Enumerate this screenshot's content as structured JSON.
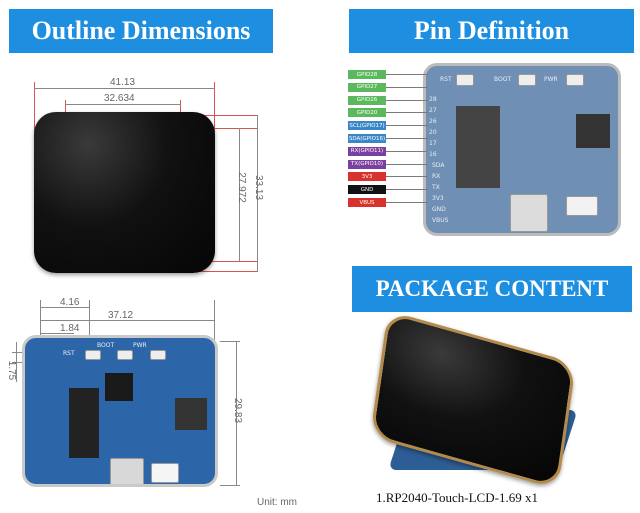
{
  "banners": {
    "outline": "Outline Dimensions",
    "pin": "Pin Definition",
    "package": "PACKAGE CONTENT"
  },
  "dimensions": {
    "width_outer": "41.13",
    "width_inner": "32.634",
    "height_inner": "27.972",
    "height_outer": "33.13",
    "offset_a": "4.16",
    "board_width": "37.12",
    "offset_b": "1.84",
    "offset_c": "1.75",
    "board_height": "29.83"
  },
  "unit_label": "Unit: mm",
  "pins": [
    {
      "label": "GPIO28",
      "color": "#5cb85c"
    },
    {
      "label": "GPIO27",
      "color": "#5cb85c"
    },
    {
      "label": "GPIO26",
      "color": "#5cb85c"
    },
    {
      "label": "GPIO20",
      "color": "#5cb85c"
    },
    {
      "label": "SCL(GPIO17)",
      "color": "#3a87c8"
    },
    {
      "label": "SDA(GPIO16)",
      "color": "#3a87c8"
    },
    {
      "label": "RX(GPIO11)",
      "color": "#7b3fa0"
    },
    {
      "label": "TX(GPIO10)",
      "color": "#7b3fa0"
    },
    {
      "label": "3V3",
      "color": "#d9312b"
    },
    {
      "label": "GND",
      "color": "#111111"
    },
    {
      "label": "VBUS",
      "color": "#d9312b"
    }
  ],
  "board_silk": {
    "rst": "RST",
    "boot": "BOOT",
    "pwr": "PWR",
    "sda": "SDA",
    "rx": "RX",
    "tx": "TX",
    "v33": "3V3",
    "gnd": "GND",
    "vbus": "VBUS",
    "p28": "28",
    "p27": "27",
    "p26": "26",
    "p20": "20",
    "p17": "17",
    "p16": "16"
  },
  "package_item": "1.RP2040-Touch-LCD-1.69 x1"
}
